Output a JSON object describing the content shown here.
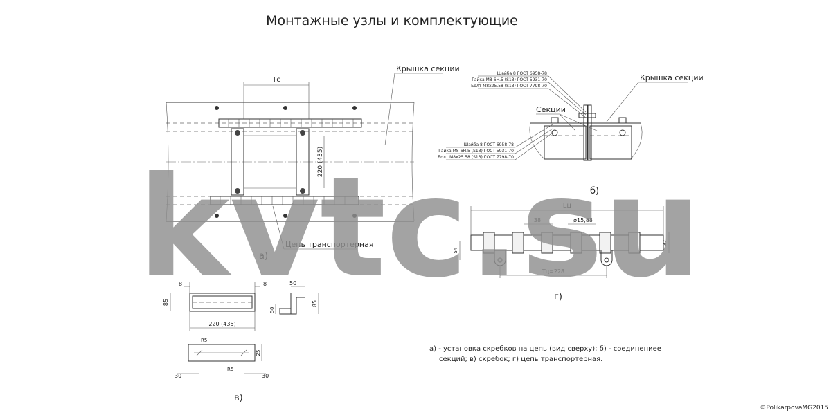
{
  "title": "Монтажные узлы и комплектующие",
  "watermark": "kvtc.su",
  "copyright": "©PolikarpovaMG2015",
  "view_a": {
    "label": "а)",
    "lid_label": "Крышка секции",
    "chain_label": "Цепь транспортерная",
    "dim_tc": "Тс",
    "dim_width": "220 (435)"
  },
  "view_b": {
    "label": "б)",
    "lid_label": "Крышка секции",
    "sections_label": "Секции",
    "upper_spec": [
      "Шайба 8 ГОСТ 6958-78",
      "Гайка М8-6Н.5 (S13) ГОСТ 5931-70",
      "Болт М8х25.58 (S13) ГОСТ 7798-70"
    ],
    "lower_spec": [
      "Шайба 8 ГОСТ 6958-78",
      "Гайка М8-6Н.5 (S13) ГОСТ 5931-70",
      "Болт М8х25.58 (S13) ГОСТ 7798-70"
    ]
  },
  "view_v": {
    "label": "в)",
    "dim_8_left": "8",
    "dim_8_right": "8",
    "dim_85_left": "85",
    "dim_220": "220 (435)",
    "dim_50_top": "50",
    "dim_50_left": "50",
    "dim_85_right": "85",
    "dim_r5_top": "R5",
    "dim_r5_bottom": "R5",
    "dim_25": "25",
    "dim_30_left": "30",
    "dim_30_right": "30"
  },
  "view_g": {
    "label": "г)",
    "dim_lc": "Lц",
    "dim_38": "38",
    "dim_dia": "ø15,88",
    "dim_54": "54",
    "dim_37": "37",
    "dim_tc": "Тц=228"
  },
  "caption": {
    "line1": "а) - установка скребков на цепь (вид сверху); б) - соединениее",
    "line2": "секций; в) скребок; г) цепь транспортерная."
  }
}
